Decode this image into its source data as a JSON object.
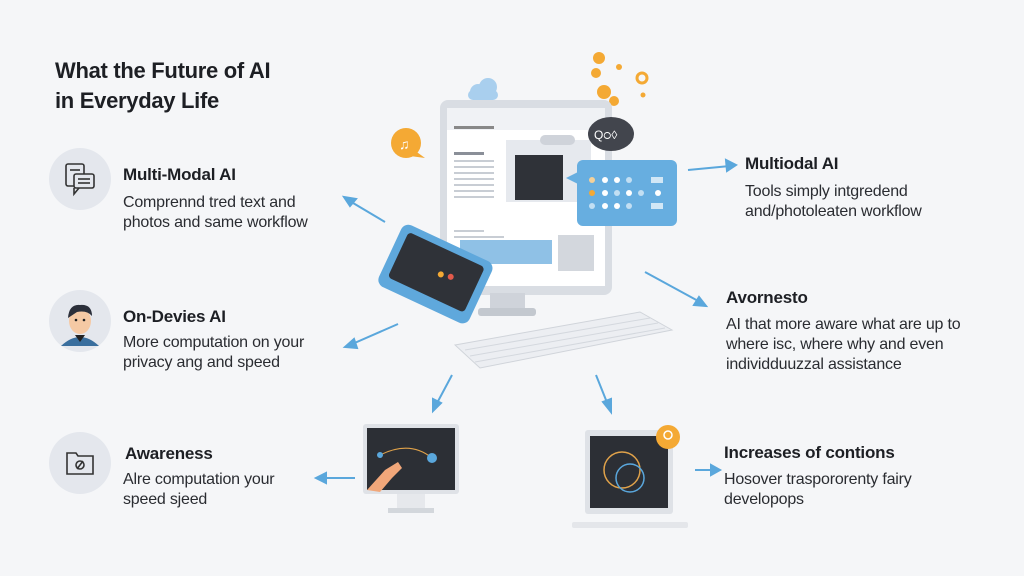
{
  "title": {
    "line1": "What the Future of AI",
    "line2": "in Everyday Life"
  },
  "left_items": [
    {
      "icon": "chat-bubbles-icon",
      "title": "Multi-Modal AI",
      "line1": "Comprennd tred text and",
      "line2": "photos and same workflow"
    },
    {
      "icon": "person-avatar-icon",
      "title": "On-Devies AI",
      "line1": "More computation on your",
      "line2": "privacy ang and speed"
    },
    {
      "icon": "folder-icon",
      "title": "Awareness",
      "line1": "Alre computation your",
      "line2": "speed sjeed"
    }
  ],
  "right_items": [
    {
      "title": "Multiodal AI",
      "lines": [
        "Tools simply intgredend",
        "and/photoleaten workflow"
      ]
    },
    {
      "title": "Avornesto",
      "lines": [
        "AI that more aware what are up to",
        "where isc, where why and even",
        "individduuzzal assistance"
      ]
    },
    {
      "title": "Increases of contions",
      "lines": [
        "Hosover traspororenty fairy",
        "developops"
      ]
    }
  ],
  "colors": {
    "accent_blue": "#5aa7dc",
    "accent_orange": "#f4a934",
    "dark": "#2f3238"
  }
}
